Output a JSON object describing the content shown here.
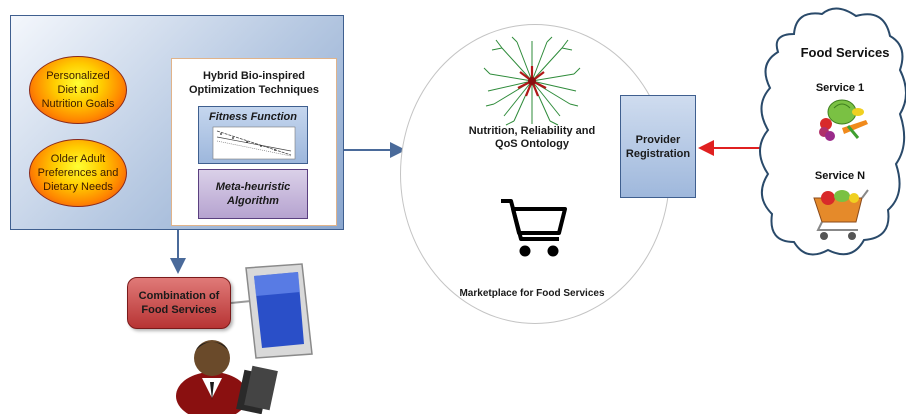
{
  "left_panel": {
    "goals_label": "Personalized Diet and Nutrition Goals",
    "preferences_label": "Older Adult Preferences and Dietary Needs",
    "hybrid": {
      "title": "Hybrid Bio-inspired Optimization Techniques",
      "fitness_label": "Fitness Function",
      "meta_label": "Meta-heuristic Algorithm"
    }
  },
  "center": {
    "ontology_label": "Nutrition, Reliability and QoS Ontology",
    "marketplace_label": "Marketplace for Food Services"
  },
  "provider": {
    "label": "Provider Registration"
  },
  "cloud": {
    "title": "Food  Services",
    "service1_label": "Service 1",
    "serviceN_label": "Service N"
  },
  "combination": {
    "label": "Combination of Food Services"
  },
  "colors": {
    "panel_border": "#3f5f8f",
    "arrow_blue": "#4a6a9a",
    "arrow_red": "#e02020",
    "cloud_stroke": "#2a4a6a",
    "tree_green": "#2e8b3a",
    "tree_red": "#b01818"
  }
}
